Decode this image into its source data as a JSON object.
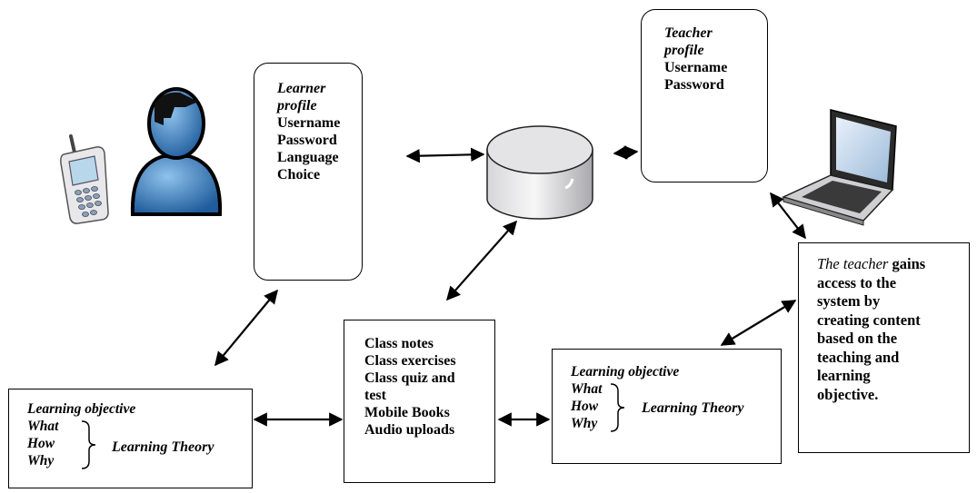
{
  "learner_profile": {
    "title": [
      "Learner",
      "profile"
    ],
    "fields": [
      "Username",
      "Password",
      "Language",
      "Choice"
    ]
  },
  "teacher_profile": {
    "title": [
      "Teacher",
      "profile"
    ],
    "fields": [
      "Username",
      "Password"
    ]
  },
  "class_content": {
    "items": [
      "Class notes",
      "Class exercises",
      "Class quiz and",
      "test",
      "Mobile Books",
      "Audio uploads"
    ]
  },
  "learning_objective_left": {
    "heading": "Learning objective",
    "items": [
      "What",
      "How",
      "Why"
    ],
    "theory": "Learning Theory"
  },
  "learning_objective_right": {
    "heading": "Learning objective",
    "items": [
      "What",
      "How",
      "Why"
    ],
    "theory": "Learning Theory"
  },
  "teacher_note": {
    "subject": "The teacher",
    "text_lines": [
      " gains",
      "access to the",
      "system by",
      "creating content",
      "based on the",
      "teaching and",
      "learning",
      "objective."
    ]
  },
  "icons": [
    "mobile-phone-icon",
    "user-icon",
    "database-icon",
    "laptop-icon"
  ]
}
